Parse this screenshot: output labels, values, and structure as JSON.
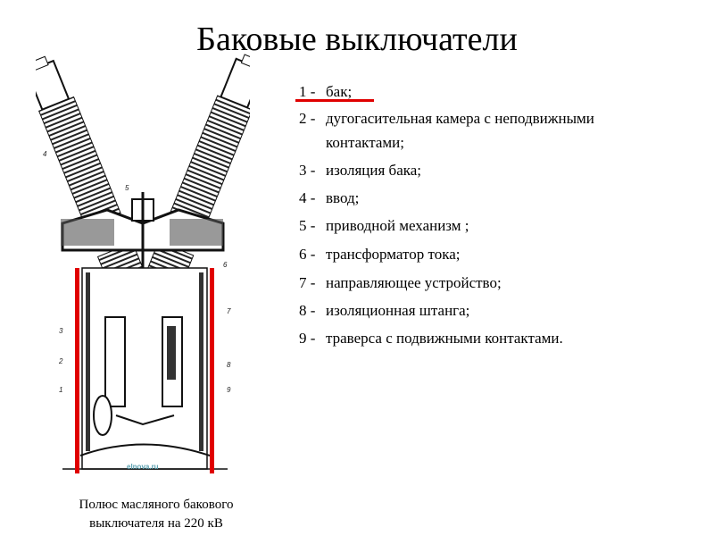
{
  "slide": {
    "title": "Баковые выключатели",
    "legend_items": [
      {
        "num": "1 -",
        "text": "бак;"
      },
      {
        "num": "2 -",
        "text": "дугогасительная камера с неподвижными",
        "continuation": "контактами;"
      },
      {
        "num": "3 -",
        "text": "изоляция бака;"
      },
      {
        "num": "4 -",
        "text": "ввод;"
      },
      {
        "num": "5 -",
        "text": "приводной механизм ;"
      },
      {
        "num": "6 -",
        "text": "трансформатор тока;"
      },
      {
        "num": "7 -",
        "text": "направляющее устройство;"
      },
      {
        "num": "8 -",
        "text": "изоляционная штанга;"
      },
      {
        "num": "9 -",
        "text": "траверса с подвижными контактами."
      }
    ],
    "caption_line1": "Полюс масляного бакового",
    "caption_line2": "выключателя на 220 кВ",
    "highlight_color": "#e00000"
  },
  "diagram": {
    "labels": {
      "l1": "1",
      "l2": "2",
      "l3": "3",
      "l4": "4",
      "l5": "5",
      "l6": "6",
      "l7": "7",
      "l8": "8",
      "l9": "9"
    },
    "watermark": "elnova.ru"
  }
}
